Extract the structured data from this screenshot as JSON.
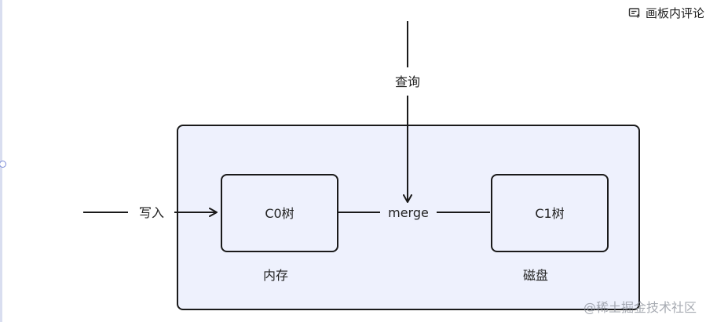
{
  "toolbar": {
    "comments_label": "画板内评论",
    "comments_icon": "comment-box-icon"
  },
  "diagram": {
    "query_label": "查询",
    "write_label": "写入",
    "merge_label": "merge",
    "c0_label": "C0树",
    "c1_label": "C1树",
    "memory_label": "内存",
    "disk_label": "磁盘"
  },
  "colors": {
    "container_fill": "#eef1fd",
    "stroke": "#1a1a1a",
    "accent_handle": "#7b8bd6"
  },
  "watermark": "@稀土掘金技术社区"
}
